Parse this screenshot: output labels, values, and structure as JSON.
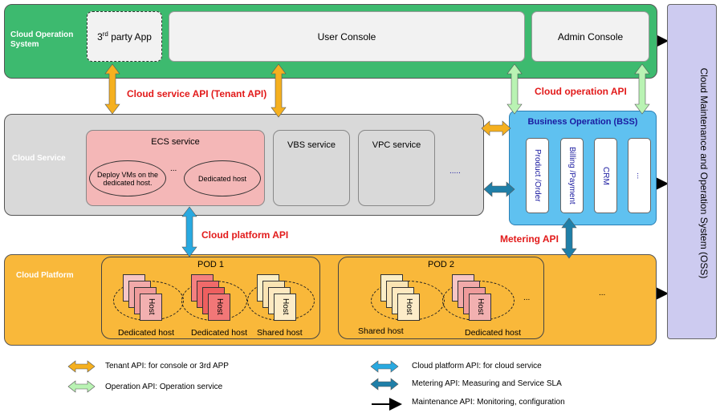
{
  "layers": {
    "cloud_operation_system": "Cloud Operation System",
    "cloud_service": "Cloud Service",
    "cloud_platform": "Cloud Platform",
    "oss": "Cloud Maintenance and Operation System (OSS)"
  },
  "consoles": {
    "third_party_base": "3",
    "third_party_sup": "rd",
    "third_party_rest": " party App",
    "user": "User Console",
    "admin": "Admin Console"
  },
  "apis": {
    "tenant": "Cloud service API (Tenant API)",
    "operation": "Cloud operation API",
    "platform": "Cloud platform API",
    "metering": "Metering API"
  },
  "services": {
    "ecs": "ECS service",
    "ecs_deploy": "Deploy VMs on the dedicated host.",
    "ecs_ellipsis": "...",
    "ecs_dedicated": "Dedicated host",
    "vbs": "VBS service",
    "vpc": "VPC service",
    "more": "....."
  },
  "bss": {
    "title": "Business Operation (BSS)",
    "columns": [
      "Product /Order",
      "Billing /Payment",
      "CRM",
      "..."
    ]
  },
  "platform": {
    "pod1": "POD 1",
    "pod2": "POD 2",
    "host": "Host",
    "dedicated_host": "Dedicated host",
    "shared_host": "Shared host",
    "pod_ellipsis": "...",
    "platform_ellipsis": "..."
  },
  "legend": [
    {
      "text": "Tenant  API: for console or 3rd APP",
      "color": "#f5b01f"
    },
    {
      "text": "Operation API: Operation service",
      "color": "#b9f3b3"
    },
    {
      "text": "Cloud platform API: for cloud service",
      "color": "#29a9e0"
    },
    {
      "text": "Metering API:  Measuring and Service SLA",
      "color": "#1f7fa8"
    },
    {
      "text": "Maintenance API: Monitoring, configuration",
      "color": "#000000"
    }
  ],
  "colors": {
    "cloud_operation_green": "#3dba6f",
    "cloud_service_grey": "#d9d9d9",
    "cloud_platform_orange": "#f9b83a",
    "oss_lavender": "#cdcbf0",
    "bss_blue": "#5fc1f0",
    "ecs_pink": "#f4b7b7",
    "api_red": "#e21a1a"
  }
}
